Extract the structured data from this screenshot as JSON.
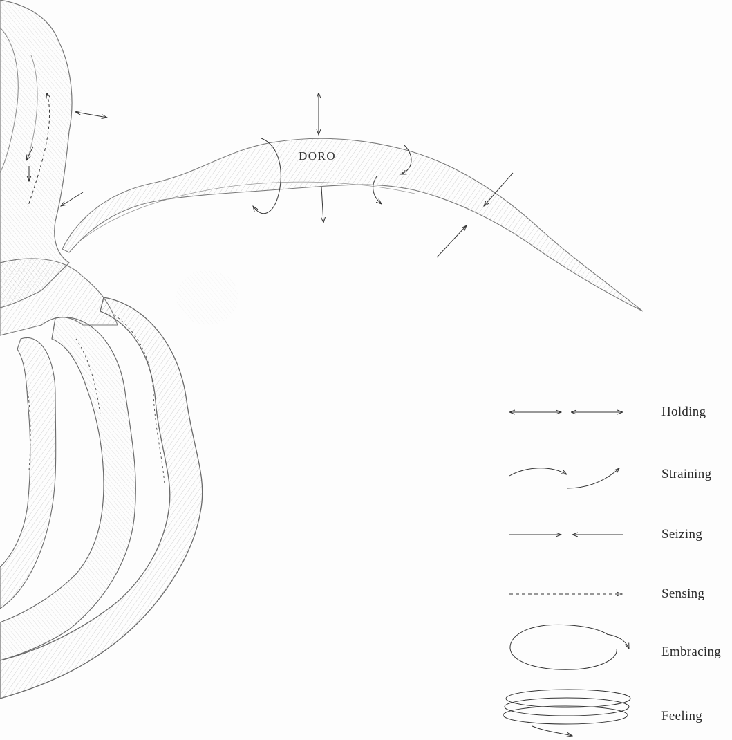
{
  "figure_label": "DORO",
  "legend": {
    "holding": "Holding",
    "straining": "Straining",
    "seizing": "Seizing",
    "sensing": "Sensing",
    "embracing": "Embracing",
    "feeling": "Feeling"
  },
  "colors": {
    "ink": "#444444",
    "pencil_dark": "#6e6e6e",
    "pencil_light": "#b5b5b5",
    "paper": "#fdfdfd"
  }
}
